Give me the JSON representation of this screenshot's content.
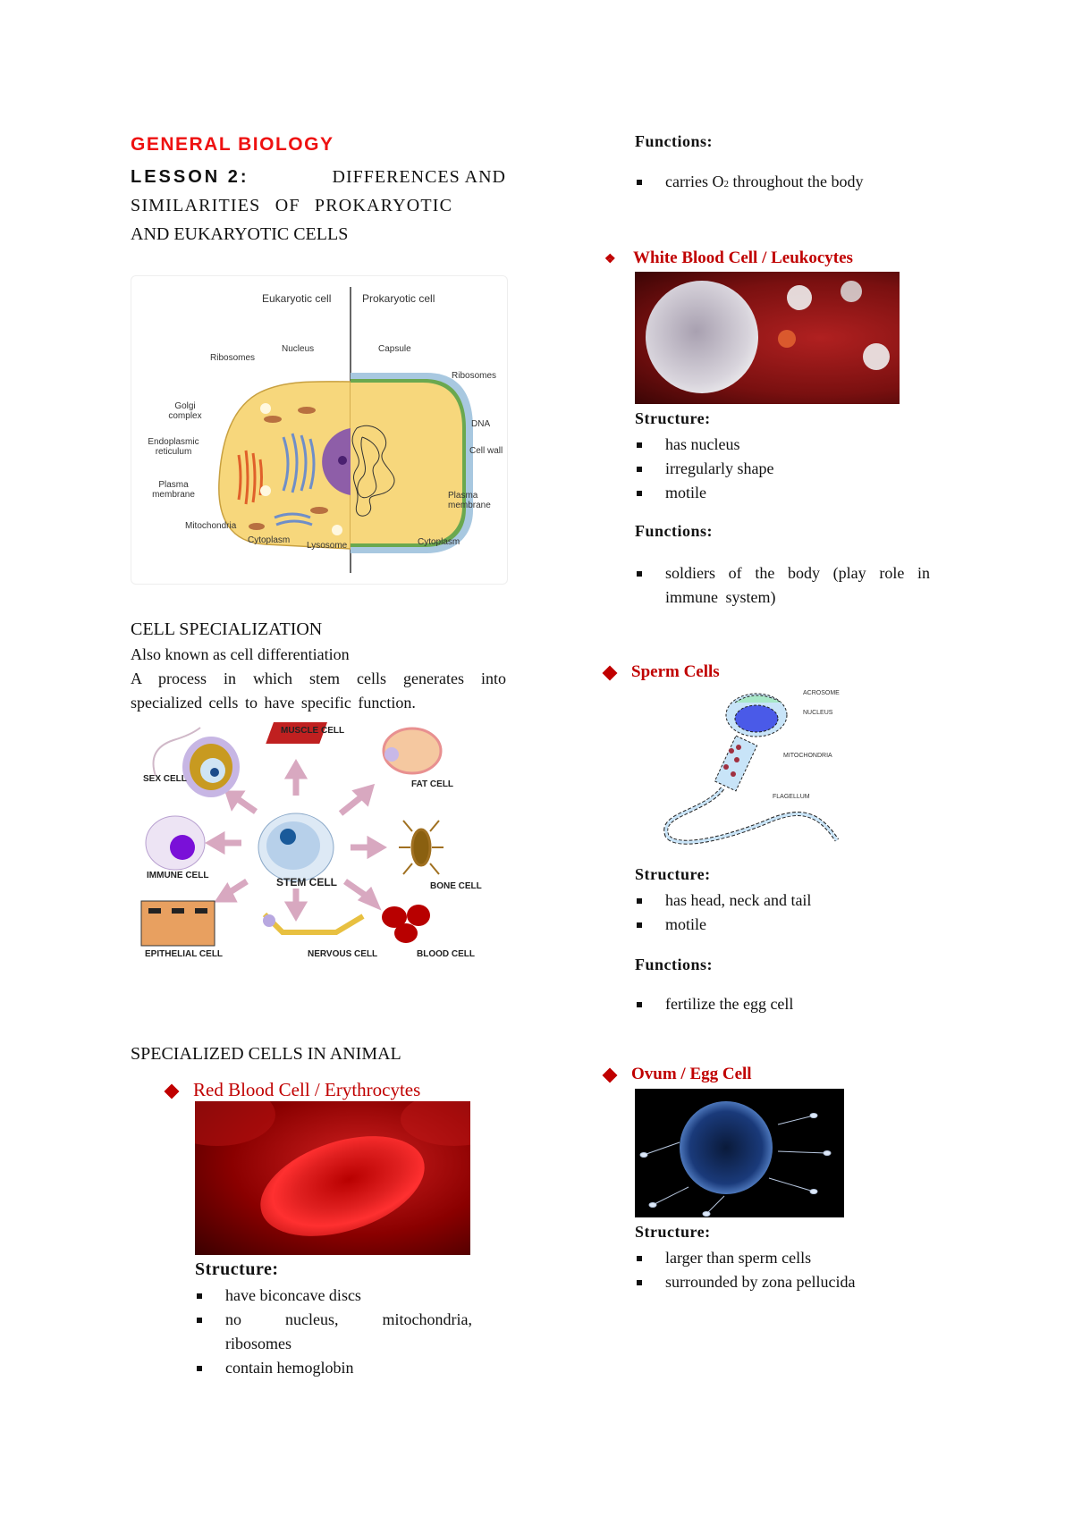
{
  "header": {
    "course": "GENERAL BIOLOGY",
    "lesson_label": "LESSON 2:",
    "lesson_title_line1": "DIFFERENCES AND",
    "lesson_title_line2": "SIMILARITIES OF PROKARYOTIC",
    "lesson_title_line3": "AND EUKARYOTIC CELLS"
  },
  "cell_diagram": {
    "left_title": "Eukaryotic cell",
    "right_title": "Prokaryotic cell",
    "labels_left": [
      "Ribosomes",
      "Nucleus",
      "Golgi complex",
      "Endoplasmic reticulum",
      "Plasma membrane",
      "Mitochondria",
      "Cytoplasm",
      "Lysosome"
    ],
    "labels_right": [
      "Capsule",
      "Ribosomes",
      "DNA",
      "Cell wall",
      "Plasma membrane",
      "Cytoplasm"
    ]
  },
  "specialization": {
    "heading": "CELL SPECIALIZATION",
    "line1": "Also known as cell differentiation",
    "line2": "A process in which stem cells generates into specialized cells to have specific function.",
    "diagram": {
      "center": "STEM CELL",
      "cells": [
        "SEX CELL",
        "MUSCLE CELL",
        "FAT CELL",
        "IMMUNE CELL",
        "BONE CELL",
        "EPITHELIAL CELL",
        "NERVOUS CELL",
        "BLOOD CELL"
      ]
    }
  },
  "animal": {
    "heading": "SPECIALIZED CELLS IN ANIMAL",
    "rbc": {
      "title": "Red Blood Cell / Erythrocytes",
      "structure_label": "Structure:",
      "structure": [
        "have biconcave discs",
        "no nucleus, mitochondria, ribosomes",
        "contain hemoglobin"
      ],
      "functions_label": "Functions:",
      "functions_pre": "carries O",
      "functions_sub": "2",
      "functions_post": " throughout the body"
    },
    "wbc": {
      "title": "White Blood Cell / Leukocytes",
      "structure_label": "Structure:",
      "structure": [
        "has nucleus",
        "irregularly shape",
        "motile"
      ],
      "functions_label": "Functions:",
      "functions": [
        "soldiers of the body (play role in immune system)"
      ]
    },
    "sperm": {
      "title": "Sperm Cells",
      "diagram_labels": [
        "ACROSOME",
        "NUCLEUS",
        "MITOCHONDRIA",
        "FLAGELLUM"
      ],
      "structure_label": "Structure:",
      "structure": [
        "has head, neck and tail",
        "motile"
      ],
      "functions_label": "Functions:",
      "functions": [
        "fertilize the egg cell"
      ]
    },
    "ovum": {
      "title": "Ovum / Egg Cell",
      "structure_label": "Structure:",
      "structure": [
        "larger than sperm cells",
        "surrounded by zona pellucida"
      ]
    }
  },
  "colors": {
    "title_red": "#ee1111",
    "heading_red": "#c00000"
  }
}
